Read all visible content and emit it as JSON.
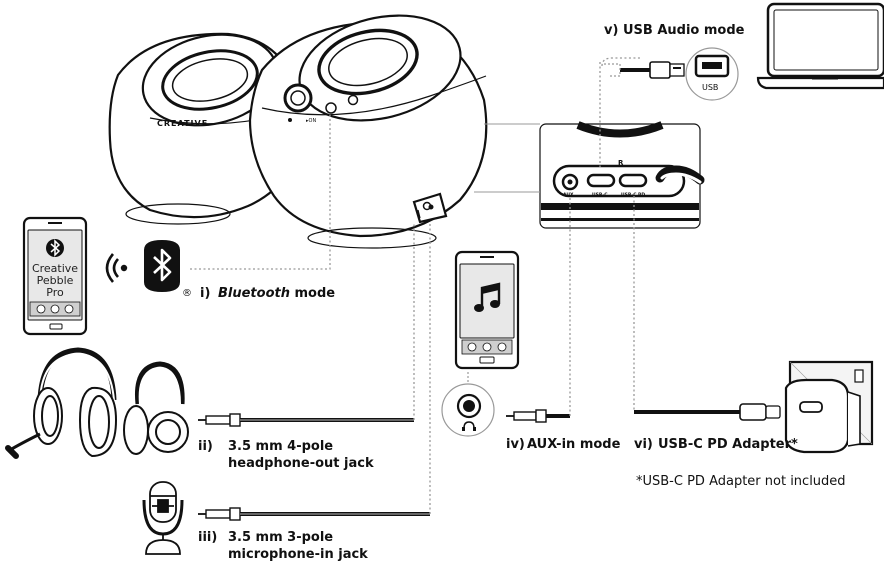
{
  "brand": {
    "logo_text": "CREATIVE",
    "phone_app_text": [
      "Creative",
      "Pebble",
      "Pro"
    ]
  },
  "ports": {
    "side_label": "R",
    "aux": "AUX",
    "usbc": "USB-C",
    "usbc_pd": "USB-C PD",
    "laptop_port": "USB"
  },
  "modes": {
    "bluetooth": {
      "num": "i)",
      "word": "Bluetooth",
      "suffix": " mode"
    },
    "headphone": {
      "num": "ii)",
      "line1": "3.5 mm 4-pole",
      "line2": "headphone-out jack"
    },
    "microphone": {
      "num": "iii)",
      "line1": "3.5 mm 3-pole",
      "line2": "microphone-in jack"
    },
    "aux": {
      "num": "iv)",
      "label": "AUX-in mode"
    },
    "usb_audio": {
      "num": "v)",
      "label": "USB Audio mode"
    },
    "pd_adapter": {
      "num": "vi)",
      "label": "USB-C PD Adapter*"
    }
  },
  "footnote": "*USB-C PD Adapter not included",
  "registered_mark": "®",
  "colors": {
    "ink": "#111111",
    "connector_gray": "#9a9a9a",
    "dotted": "#8a8a8a"
  },
  "icons": [
    "bluetooth-icon",
    "music-note-icon",
    "headphone-jack-icon",
    "usb-icon"
  ]
}
